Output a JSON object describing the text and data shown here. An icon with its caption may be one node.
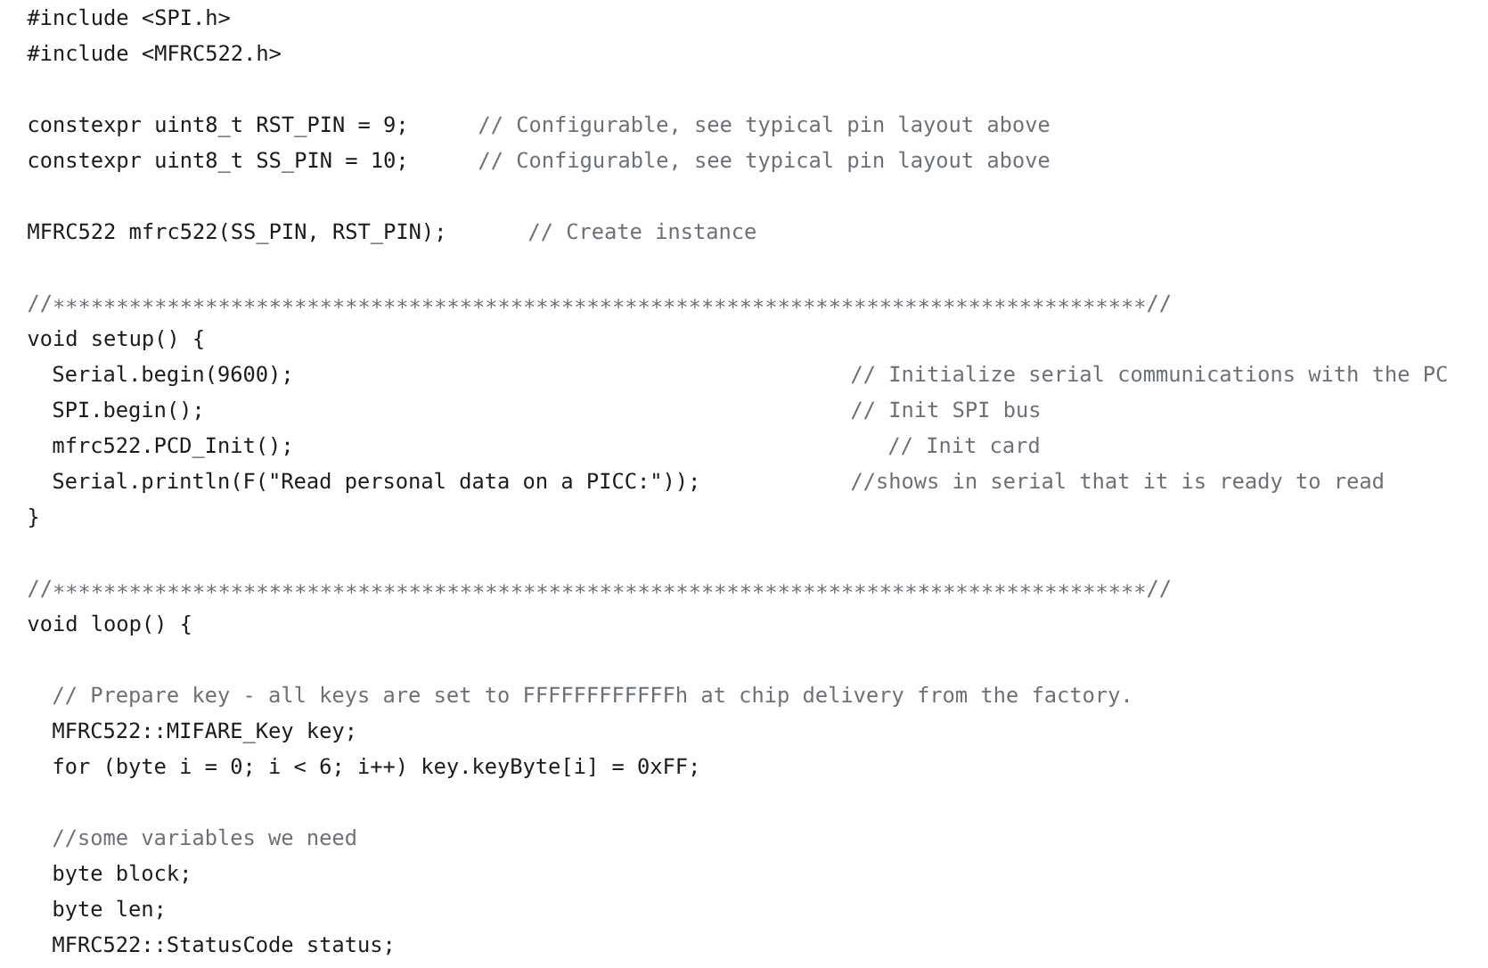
{
  "diagram": {
    "labels": [
      "#include <SPI.h>",
      "#include <MFRC522.h>",
      "constexpr uint8_t RST_PIN = 9;",
      "// Configurable, see typical pin layout above",
      "constexpr uint8_t SS_PIN = 10;",
      "// Configurable, see typical pin layout above",
      "MFRC522 mfrc522(SS_PIN, RST_PIN);",
      "// Create instance",
      "//∗∗∗∗∗∗∗∗∗∗∗∗∗∗∗∗∗∗∗∗∗∗∗∗∗∗∗∗∗∗∗∗∗∗∗∗∗∗∗∗∗∗∗∗∗∗∗∗∗∗∗∗∗∗∗∗∗∗∗∗∗∗∗∗∗∗∗∗∗∗∗∗∗∗∗∗∗∗∗∗∗∗∗∗∗∗//",
      "void setup() {",
      "Serial.begin(9600);",
      "// Initialize serial communications with the PC",
      "SPI.begin();",
      "// Init SPI bus",
      "mfrc522.PCD_Init();",
      "// Init card",
      "Serial.println(F(\"Read personal data on a PICC:\"));",
      "//shows in serial that it is ready to read",
      "}",
      "//∗∗∗∗∗∗∗∗∗∗∗∗∗∗∗∗∗∗∗∗∗∗∗∗∗∗∗∗∗∗∗∗∗∗∗∗∗∗∗∗∗∗∗∗∗∗∗∗∗∗∗∗∗∗∗∗∗∗∗∗∗∗∗∗∗∗∗∗∗∗∗∗∗∗∗∗∗∗∗∗∗∗∗∗∗∗//",
      "void loop() {",
      "// Prepare key - all keys are set to FFFFFFFFFFFFh at chip delivery from the factory.",
      "MFRC522::MIFARE_Key key;",
      "for (byte i = 0; i < 6; i++) key.keyByte[i] = 0xFF;",
      "//some variables we need",
      "byte block;",
      "byte len;",
      "MFRC522::StatusCode status;"
    ]
  }
}
